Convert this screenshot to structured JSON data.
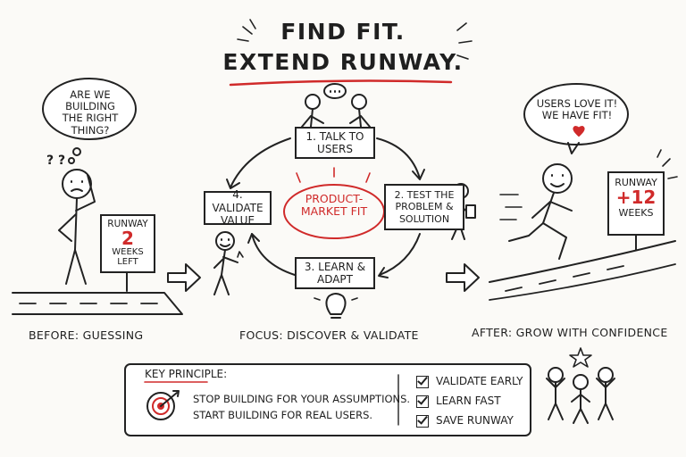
{
  "title": {
    "line1": "Find fit.",
    "line2": "Extend runway."
  },
  "before": {
    "thought": "Are we building the right thing?",
    "marks": "? ?",
    "sign": {
      "label": "Runway",
      "value": "2",
      "unit": "weeks left"
    },
    "caption": "Before: guessing"
  },
  "cycle": {
    "steps": [
      {
        "label": "1. Talk to users"
      },
      {
        "label": "2. Test the problem & solution"
      },
      {
        "label": "3. Learn & adapt"
      },
      {
        "label": "4. Validate value"
      }
    ],
    "center": "Product-market fit",
    "caption": "Focus: discover & validate"
  },
  "after": {
    "thought": "Users love it! We have fit!",
    "sign": {
      "label": "Runway",
      "value": "+12",
      "unit": "weeks"
    },
    "caption": "After: grow with confidence"
  },
  "principle": {
    "heading": "Key principle:",
    "line1": "Stop building for your assumptions.",
    "line2": "Start building for real users.",
    "checks": [
      "Validate early",
      "Learn fast",
      "Save runway"
    ]
  },
  "colors": {
    "accent": "#d02a2a",
    "ink": "#222222"
  }
}
